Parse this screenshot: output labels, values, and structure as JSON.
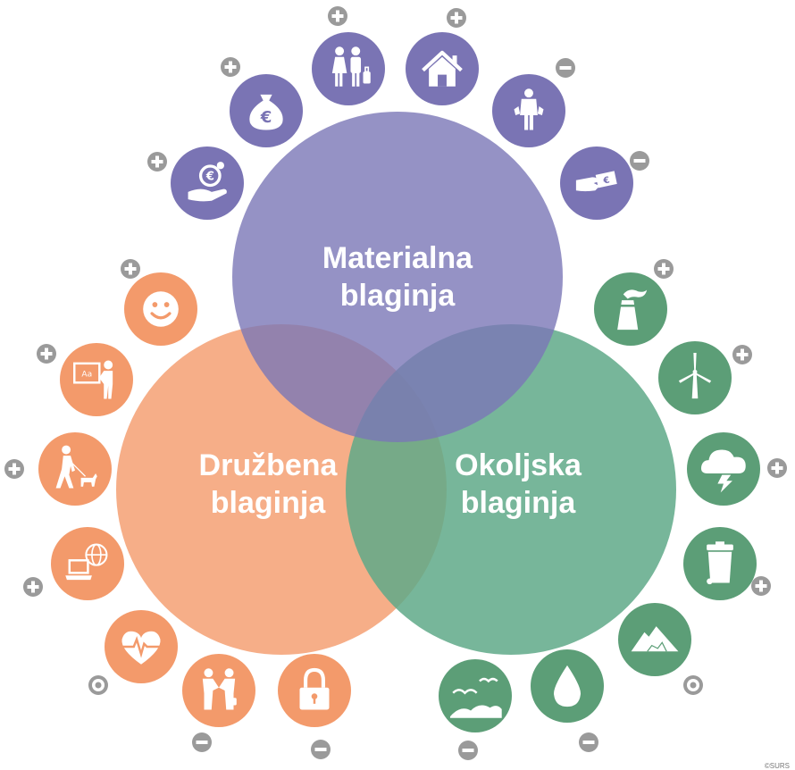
{
  "colors": {
    "material": "#7b77b7",
    "social": "#f5a073",
    "environmental": "#5fa988",
    "material_icon": "#7a74b4",
    "social_icon": "#f39a6b",
    "environmental_icon": "#5c9e77",
    "sign": "#9a9a9a"
  },
  "circles": {
    "material": {
      "line1": "Materialna",
      "line2": "blaginja"
    },
    "social": {
      "line1": "Družbena",
      "line2": "blaginja"
    },
    "environmental": {
      "line1": "Okoljska",
      "line2": "blaginja"
    }
  },
  "icons": [
    {
      "name": "hand-coin-icon",
      "group": "material",
      "sign": "plus"
    },
    {
      "name": "money-bag-icon",
      "group": "material",
      "sign": "plus"
    },
    {
      "name": "couple-luggage-icon",
      "group": "material",
      "sign": "plus"
    },
    {
      "name": "house-icon",
      "group": "material",
      "sign": "plus"
    },
    {
      "name": "person-empty-pockets-icon",
      "group": "material",
      "sign": "minus"
    },
    {
      "name": "hand-bill-icon",
      "group": "material",
      "sign": "minus"
    },
    {
      "name": "smiley-icon",
      "group": "social",
      "sign": "plus"
    },
    {
      "name": "teacher-board-icon",
      "group": "social",
      "sign": "plus"
    },
    {
      "name": "person-dog-walk-icon",
      "group": "social",
      "sign": "plus"
    },
    {
      "name": "laptop-globe-icon",
      "group": "social",
      "sign": "plus"
    },
    {
      "name": "heart-pulse-icon",
      "group": "social",
      "sign": "neutral"
    },
    {
      "name": "handshake-people-icon",
      "group": "social",
      "sign": "minus"
    },
    {
      "name": "padlock-icon",
      "group": "social",
      "sign": "minus"
    },
    {
      "name": "factory-chimney-icon",
      "group": "environmental",
      "sign": "plus"
    },
    {
      "name": "wind-turbine-icon",
      "group": "environmental",
      "sign": "plus"
    },
    {
      "name": "storm-cloud-icon",
      "group": "environmental",
      "sign": "plus"
    },
    {
      "name": "waste-bin-icon",
      "group": "environmental",
      "sign": "plus"
    },
    {
      "name": "mountain-icon",
      "group": "environmental",
      "sign": "neutral"
    },
    {
      "name": "water-drop-icon",
      "group": "environmental",
      "sign": "minus"
    },
    {
      "name": "birds-sky-icon",
      "group": "environmental",
      "sign": "minus"
    }
  ],
  "copyright": "©SURS"
}
